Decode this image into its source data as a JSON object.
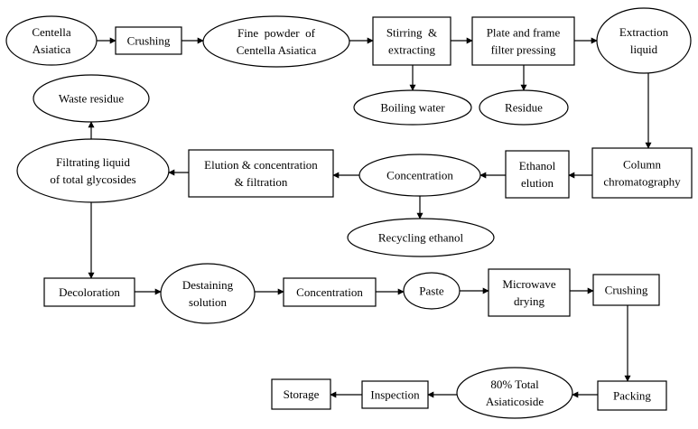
{
  "diagram": {
    "nodes": {
      "centella": [
        "Centella",
        "Asiatica"
      ],
      "crushing1": [
        "Crushing"
      ],
      "fine_powder": [
        "Fine  powder  of",
        "Centella Asiatica"
      ],
      "stirring": [
        "Stirring  &",
        "extracting"
      ],
      "plate_frame": [
        "Plate and frame",
        "filter pressing"
      ],
      "extraction_liquid": [
        "Extraction",
        "liquid"
      ],
      "boiling_water": [
        "Boiling water"
      ],
      "residue": [
        "Residue"
      ],
      "column": [
        "Column",
        "chromatography"
      ],
      "ethanol_elution": [
        "Ethanol",
        "elution"
      ],
      "concentration1": [
        "Concentration"
      ],
      "recycling_ethanol": [
        "Recycling ethanol"
      ],
      "elution_conc": [
        "Elution & concentration",
        "& filtration"
      ],
      "filtrating": [
        "Filtrating liquid",
        "of total glycosides"
      ],
      "waste_residue": [
        "Waste residue"
      ],
      "decoloration": [
        "Decoloration"
      ],
      "destaining": [
        "Destaining",
        "solution"
      ],
      "concentration2": [
        "Concentration"
      ],
      "paste": [
        "Paste"
      ],
      "microwave": [
        "Microwave",
        "drying"
      ],
      "crushing2": [
        "Crushing"
      ],
      "packing": [
        "Packing"
      ],
      "asiaticoside": [
        "80% Total",
        "Asiaticoside"
      ],
      "inspection": [
        "Inspection"
      ],
      "storage": [
        "Storage"
      ]
    }
  }
}
